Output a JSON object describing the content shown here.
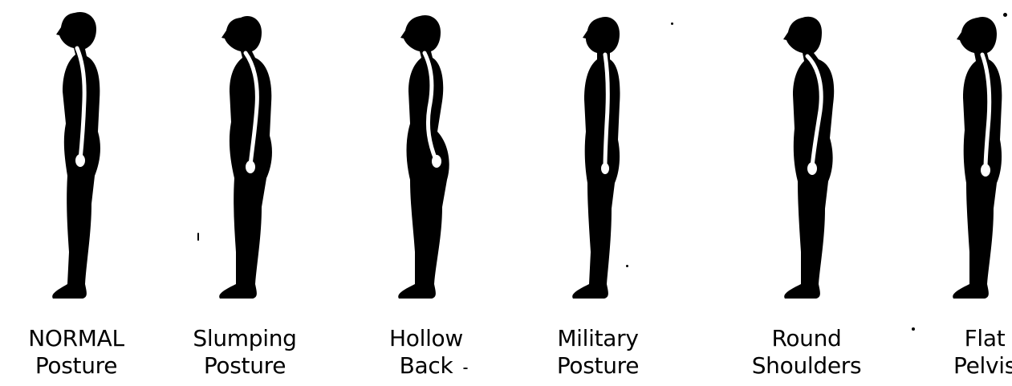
{
  "figure": {
    "colors": {
      "silhouette": "#000000",
      "spine": "#ffffff",
      "background": "#ffffff"
    },
    "postures": [
      {
        "id": "normal",
        "line1": "NORMAL",
        "line2": "Posture"
      },
      {
        "id": "slumping",
        "line1": "Slumping",
        "line2": "Posture"
      },
      {
        "id": "hollow",
        "line1": "Hollow",
        "line2": "Back"
      },
      {
        "id": "military",
        "line1": "Military",
        "line2": "Posture"
      },
      {
        "id": "round",
        "line1": "Round",
        "line2": "Shoulders"
      },
      {
        "id": "flat",
        "line1": "Flat",
        "line2": "Pelvis"
      }
    ]
  }
}
